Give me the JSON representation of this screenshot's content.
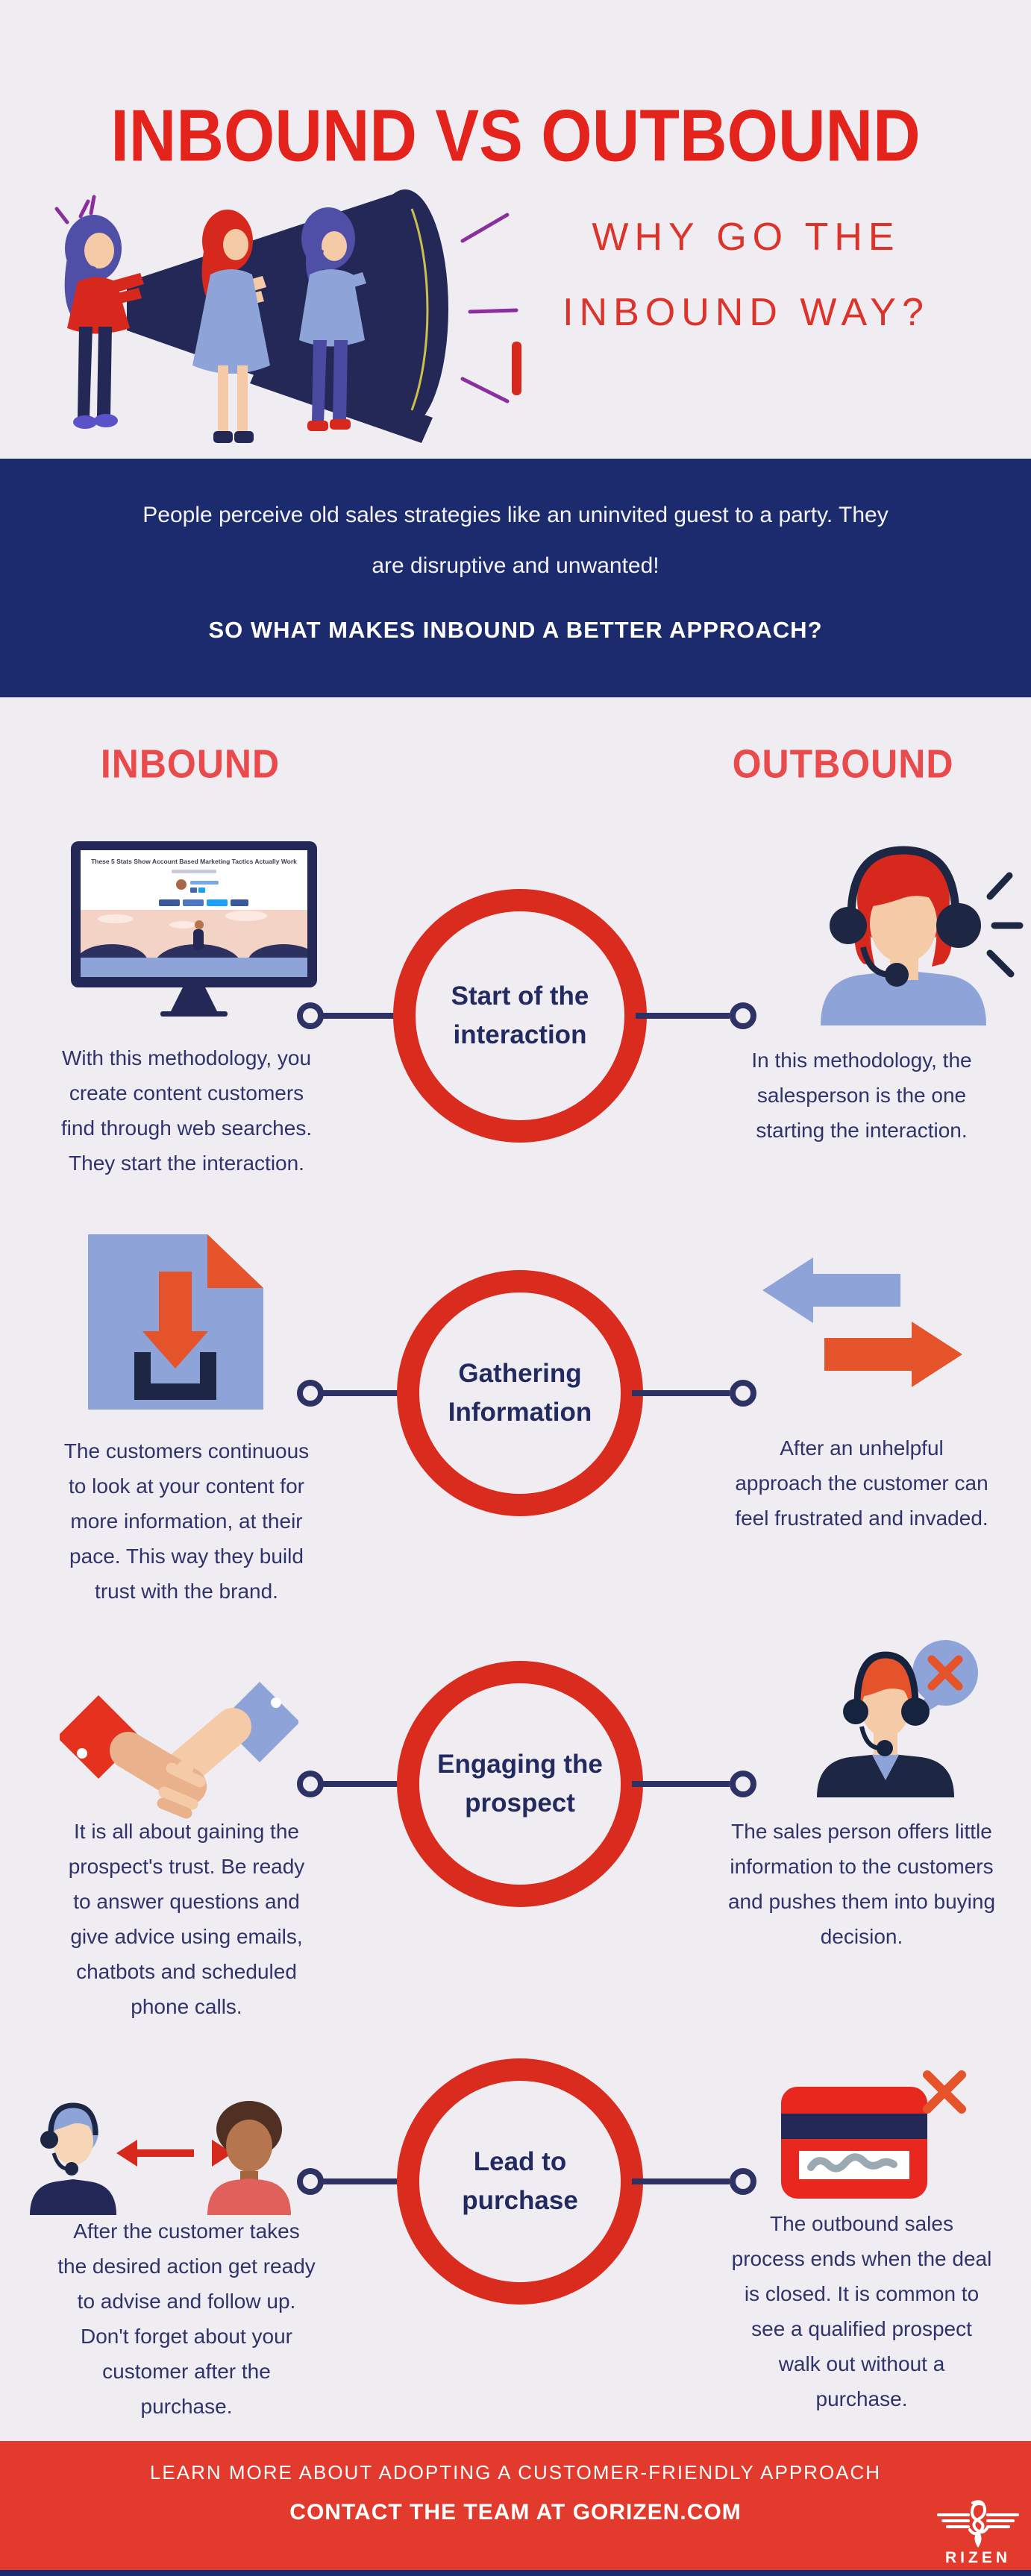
{
  "header": {
    "title": "INBOUND VS OUTBOUND",
    "subtitle": "WHY GO THE INBOUND WAY?",
    "illustration_icon": "megaphone-team-illustration"
  },
  "intro_banner": {
    "text": "People perceive old sales strategies like an uninvited guest to a party. They are disruptive and unwanted!",
    "question": "SO WHAT MAKES INBOUND A BETTER APPROACH?"
  },
  "columns": {
    "left": "INBOUND",
    "right": "OUTBOUND"
  },
  "monitor": {
    "headline": "These 5 Stats Show Account Based Marketing Tactics Actually Work"
  },
  "rows": [
    {
      "stage": "Start of the interaction",
      "inbound": "With this methodology, you create content customers find through web searches. They start the interaction.",
      "outbound": "In this methodology, the salesperson is the one starting the interaction.",
      "inbound_icon": "desktop-monitor-blog-icon",
      "outbound_icon": "telemarketer-headset-icon"
    },
    {
      "stage": "Gathering Information",
      "inbound": "The customers continuous to look at your content for more information, at their pace. This way they build trust with the brand.",
      "outbound": "After an unhelpful approach the customer can feel frustrated and invaded.",
      "inbound_icon": "document-download-inbox-icon",
      "outbound_icon": "opposing-arrows-icon"
    },
    {
      "stage": "Engaging the prospect",
      "inbound": "It is all about gaining the prospect's trust. Be ready to answer questions and give advice using emails, chatbots and scheduled phone calls.",
      "outbound": "The sales person offers little information to the customers and pushes them into buying decision.",
      "inbound_icon": "handshake-icon",
      "outbound_icon": "agent-rejected-speech-bubble-icon"
    },
    {
      "stage": "Lead to purchase",
      "inbound": "After the customer takes the desired action get ready to advise and follow up. Don't forget about your customer after the purchase.",
      "outbound": "The outbound sales process ends when the deal is closed. It is common to see a qualified prospect walk out without a purchase.",
      "inbound_icon": "agent-customer-connection-icon",
      "outbound_icon": "credit-card-declined-icon"
    }
  ],
  "footer": {
    "line1": "LEARN MORE ABOUT ADOPTING A CUSTOMER-FRIENDLY APPROACH",
    "line2": "CONTACT THE TEAM AT GORIZEN.COM",
    "brand": "RIZEN",
    "logo_icon": "rizen-eagle-logo"
  },
  "colors": {
    "background": "#efedf2",
    "title_red": "#e4241c",
    "subtitle_red": "#dc332a",
    "banner_navy": "#1c2b6e",
    "header_coral": "#e94b4d",
    "body_text_navy": "#30336a",
    "ring_red": "#da2b1f",
    "connector_navy": "#2d3164",
    "periwinkle": "#8ea4d8",
    "orange": "#e4532a",
    "footer_red": "#e23a2c"
  }
}
